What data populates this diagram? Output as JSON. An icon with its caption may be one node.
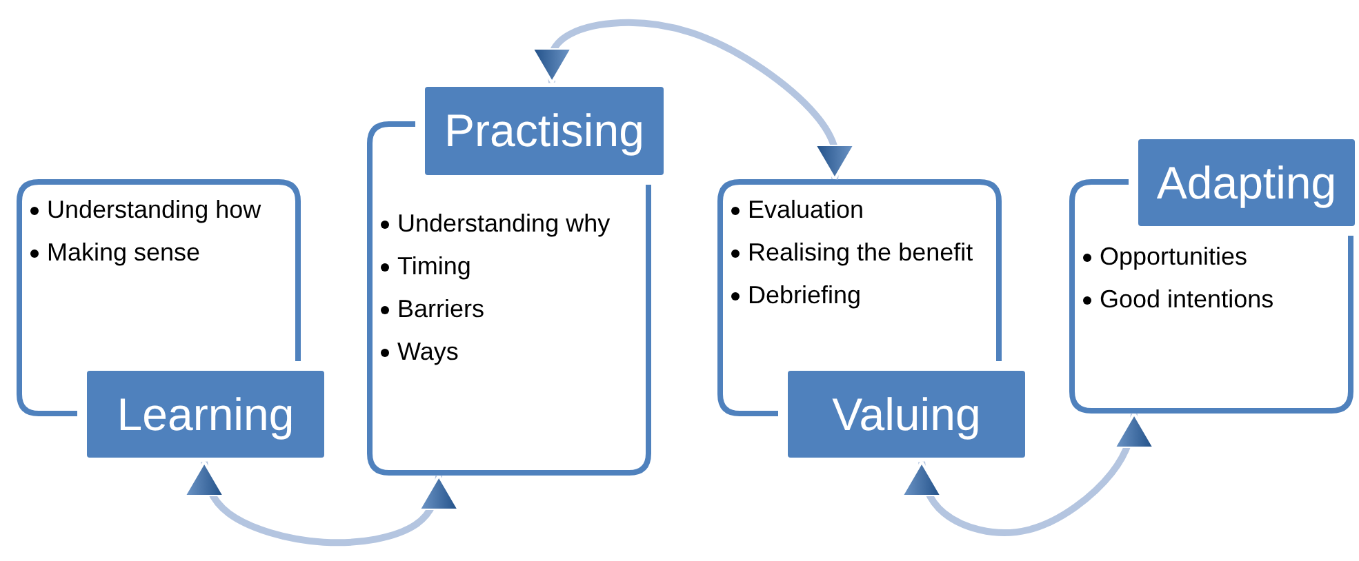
{
  "diagram": {
    "nodes": [
      {
        "text": [
          "Understanding how",
          "Making sense",
          "Learning"
        ]
      },
      {
        "text": [
          "Practising",
          "Understanding why",
          "Timing",
          "Barriers",
          "Ways"
        ]
      },
      {
        "text": [
          "Evaluation",
          "Realising the benefit",
          "Debriefing",
          "Valuing"
        ]
      },
      {
        "text": [
          "Adapting",
          "Opportunities",
          "Good intentions"
        ]
      }
    ],
    "edges": [
      {
        "from": 0,
        "to": 1,
        "arrow": "both"
      },
      {
        "from": 1,
        "to": 2,
        "arrow": "both"
      },
      {
        "from": 2,
        "to": 3,
        "arrow": "both"
      }
    ]
  }
}
